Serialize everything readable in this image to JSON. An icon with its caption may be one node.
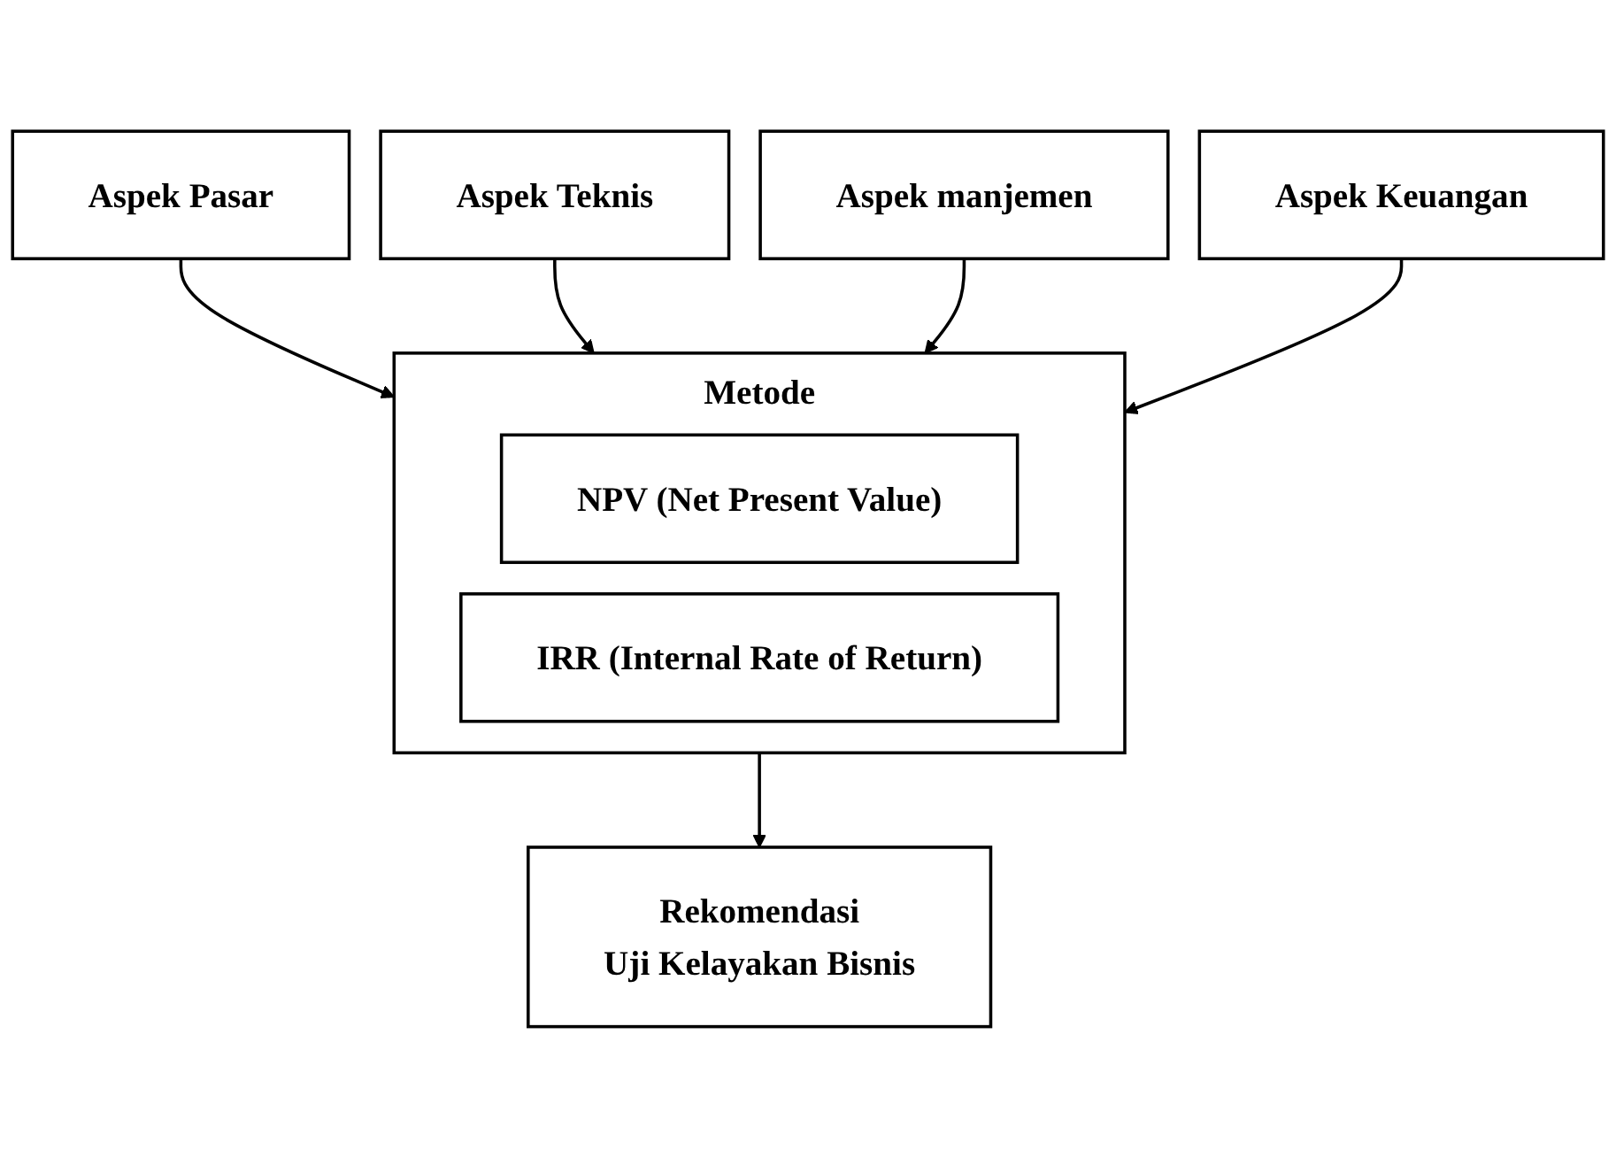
{
  "diagram": {
    "nodes": [
      {
        "text": [
          "Aspek Pasar"
        ]
      },
      {
        "text": [
          "Aspek Teknis"
        ]
      },
      {
        "text": [
          "Aspek manjemen"
        ]
      },
      {
        "text": [
          "Aspek Keuangan"
        ]
      },
      {
        "text": [
          "Metode"
        ]
      },
      {
        "text": [
          "NPV (Net Present Value)"
        ],
        "in": 4
      },
      {
        "text": [
          "IRR (Internal Rate of Return)"
        ],
        "in": 4
      },
      {
        "text": [
          "Rekomendasi",
          "Uji Kelayakan Bisnis"
        ]
      }
    ],
    "edges": [
      {
        "from": 0,
        "to": 4,
        "arrow": "to"
      },
      {
        "from": 1,
        "to": 4,
        "arrow": "to"
      },
      {
        "from": 2,
        "to": 4,
        "arrow": "to"
      },
      {
        "from": 3,
        "to": 4,
        "arrow": "to"
      },
      {
        "from": 4,
        "to": 7,
        "arrow": "to"
      }
    ]
  }
}
